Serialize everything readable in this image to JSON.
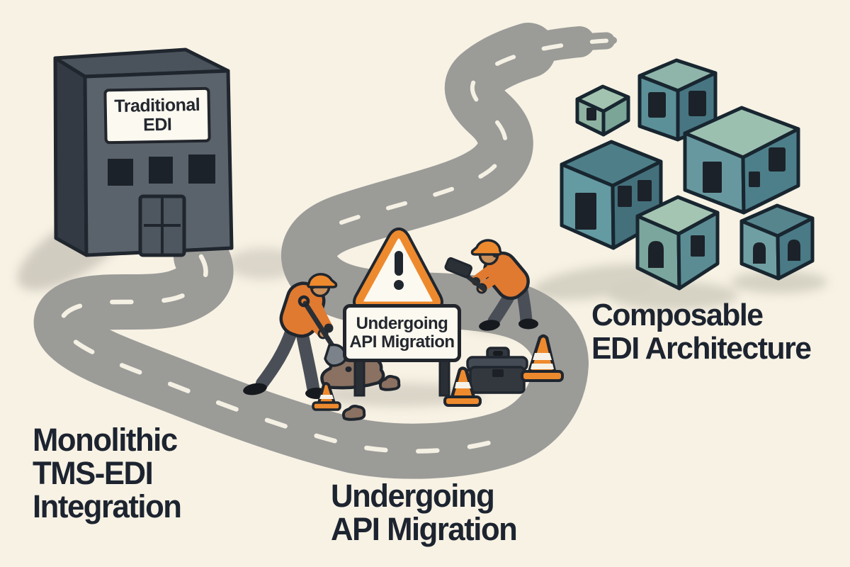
{
  "building": {
    "sign": {
      "line1": "Traditional",
      "line2": "EDI"
    }
  },
  "construction": {
    "sign": {
      "line1": "Undergoing",
      "line2": "API Migration"
    }
  },
  "captions": {
    "start": {
      "line1": "Monolithic",
      "line2": "TMS-EDI",
      "line3": "Integration"
    },
    "middle": {
      "line1": "Undergoing",
      "line2": "API Migration"
    },
    "end": {
      "line1": "Composable",
      "line2": "EDI Architecture"
    }
  },
  "palette": {
    "background": "#f7f2e4",
    "road": "#9b9b98",
    "road_marking": "#f4f0e3",
    "outline_ink": "#20262e",
    "text": "#1d2430",
    "building_front": "#5a626b",
    "building_side": "#343a43",
    "building_top": "#4a525b",
    "signboard": "#fcf9f0",
    "window_dark": "#1c2229",
    "safety_orange": "#ee8a2e",
    "shirt_orange": "#e07a30",
    "skin": "#c9905c",
    "pants": "#4a4f57",
    "dirt": "#8a7161",
    "toolbox": "#33383f",
    "cube_teal_light": "#a3c3b1",
    "cube_teal_mid": "#68989f",
    "cube_teal_dark": "#4a7a85",
    "shadow": "#c6c2b5"
  }
}
